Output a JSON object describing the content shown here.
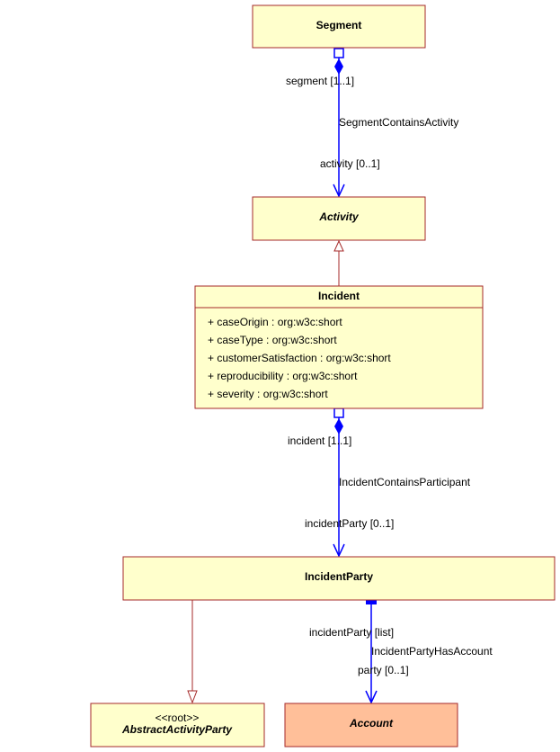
{
  "classes": {
    "segment": {
      "name": "Segment"
    },
    "activity": {
      "name": "Activity"
    },
    "incident": {
      "name": "Incident",
      "attributes": [
        "+ caseOrigin : org:w3c:short",
        "+ caseType : org:w3c:short",
        "+ customerSatisfaction : org:w3c:short",
        "+ reproducibility : org:w3c:short",
        "+ severity : org:w3c:short"
      ]
    },
    "incident_party": {
      "name": "IncidentParty"
    },
    "abstract_activity_party": {
      "stereotype": "<<root>>",
      "name": "AbstractActivityParty"
    },
    "account": {
      "name": "Account"
    }
  },
  "associations": {
    "segment_activity": {
      "source_role": "segment [1..1]",
      "name": "SegmentContainsActivity",
      "target_role": "activity [0..1]"
    },
    "incident_participant": {
      "source_role": "incident [1..1]",
      "name": "IncidentContainsParticipant",
      "target_role": "incidentParty [0..1]"
    },
    "party_account": {
      "source_role": "incidentParty [list]",
      "name": "IncidentPartyHasAccount",
      "target_role": "party [0..1]"
    }
  },
  "colors": {
    "class_fill": "#ffffcc",
    "class_border": "#a52a2a",
    "highlight_fill": "#ffbf99",
    "association": "#0000ff",
    "generalization": "#a52a2a"
  }
}
